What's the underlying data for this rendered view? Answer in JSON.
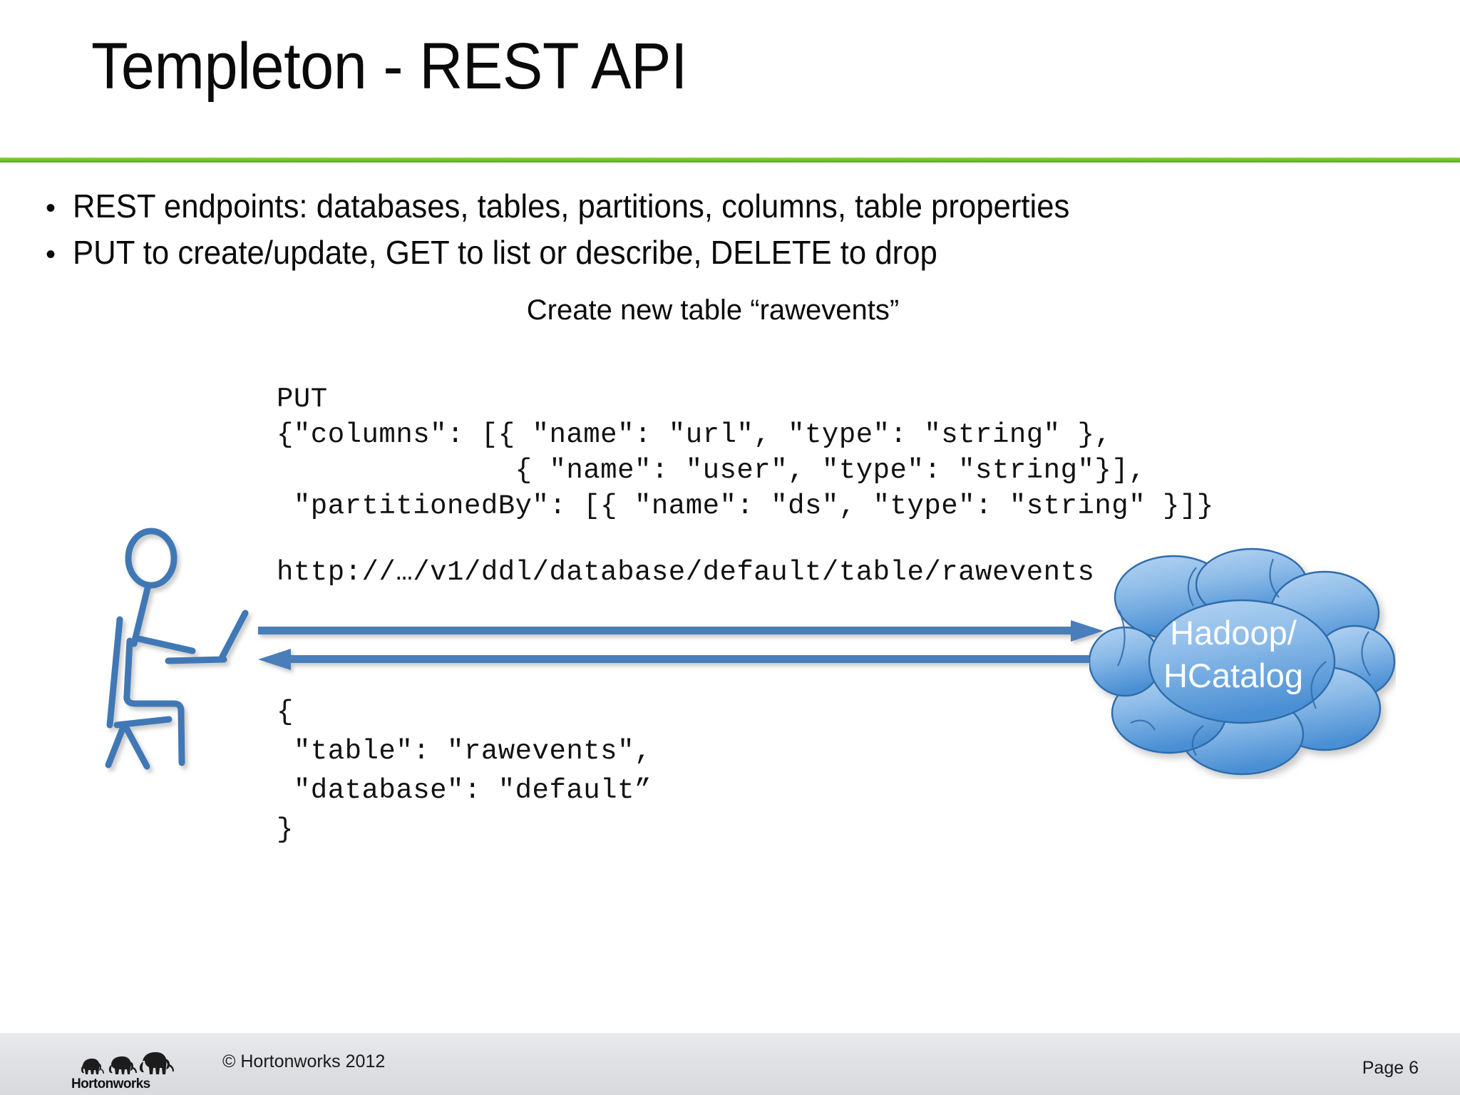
{
  "slide": {
    "title": "Templeton - REST API",
    "accent_green": "#6cbe2a",
    "accent_blue": "#4a7ebb"
  },
  "bullets": [
    {
      "marker": "•",
      "text": "REST endpoints: databases, tables, partitions, columns, table properties"
    },
    {
      "marker": "•",
      "text": "PUT to create/update, GET to list or describe, DELETE to drop"
    }
  ],
  "diagram": {
    "caption": "Create new table “rawevents”",
    "request_code": "PUT\n{\"columns\": [{ \"name\": \"url\", \"type\": \"string\" },\n              { \"name\": \"user\", \"type\": \"string\"}],\n \"partitionedBy\": [{ \"name\": \"ds\", \"type\": \"string\" }]}",
    "request_url": "http://…/v1/ddl/database/default/table/rawevents",
    "response_code": "{\n \"table\": \"rawevents\",\n \"database\": \"default”\n}",
    "cloud_label_line1": "Hadoop/",
    "cloud_label_line2": "HCatalog",
    "cloud_fill_top": "#a8cbee",
    "cloud_fill_bottom": "#4e93d6",
    "cloud_stroke": "#2f6cab",
    "arrow_request_direction": "right",
    "arrow_response_direction": "left",
    "actor": "seated-user-with-laptop"
  },
  "footer": {
    "logo_text": "Hortonworks",
    "copyright": "© Hortonworks 2012",
    "page": "Page 6"
  }
}
